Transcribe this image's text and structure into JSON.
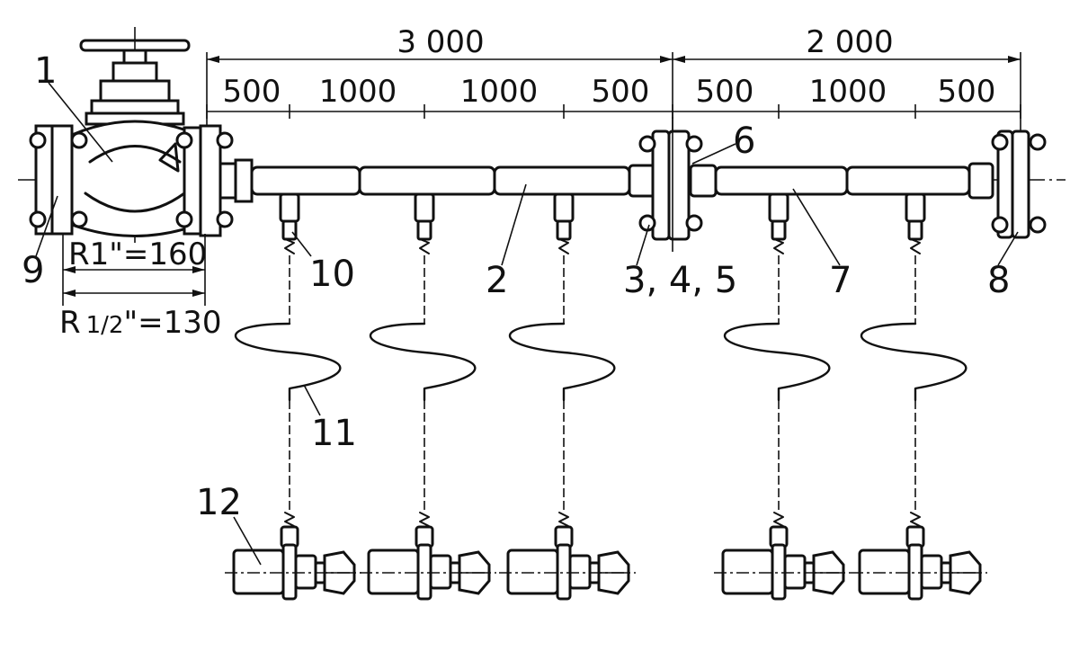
{
  "dimensions": {
    "overall": [
      "3 000",
      "2 000"
    ],
    "segments": [
      "500",
      "1000",
      "1000",
      "500",
      "500",
      "1000",
      "500"
    ],
    "r1": "R1\"=160",
    "r12_prefix": "R",
    "r12_frac": "1/2",
    "r12_suffix": "\"=130"
  },
  "callouts": {
    "c1": "1",
    "c2": "2",
    "c345": "3, 4, 5",
    "c6": "6",
    "c7": "7",
    "c8": "8",
    "c9": "9",
    "c10": "10",
    "c11": "11",
    "c12": "12"
  },
  "colors": {
    "ink": "#111111",
    "paper": "#ffffff"
  }
}
